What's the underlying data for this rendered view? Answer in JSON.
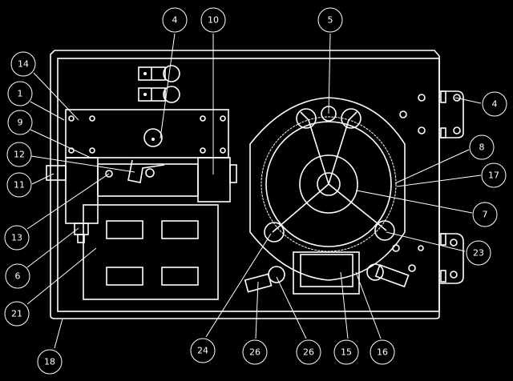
{
  "drawing": {
    "background": "#000000",
    "line_color": "#ffffff",
    "balloons": [
      "4",
      "10",
      "5",
      "14",
      "1",
      "9",
      "12",
      "11",
      "13",
      "6",
      "21",
      "18",
      "24",
      "26",
      "26",
      "15",
      "16",
      "23",
      "7",
      "17",
      "8",
      "4"
    ]
  }
}
